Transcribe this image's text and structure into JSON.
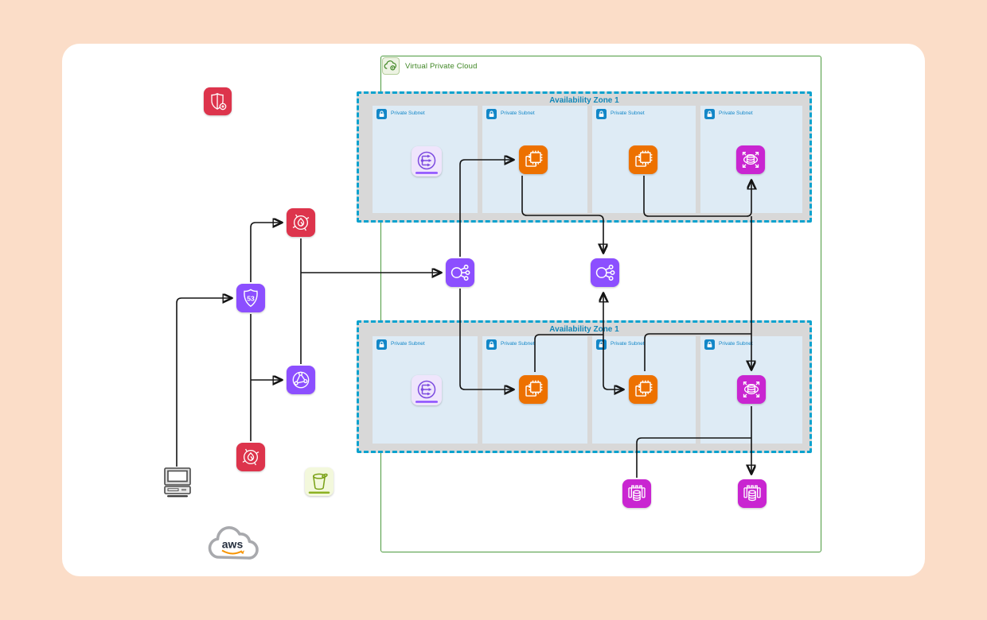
{
  "colors": {
    "background": "#FBDDC8",
    "canvas": "#FFFFFF",
    "vpc_green": "#3F8624",
    "az_border_blue": "#0AA2CE",
    "az_fill_gray": "#D8D8D8",
    "az_title_blue": "#1287B8",
    "subnet_fill": "#DEEBF5",
    "subnet_label_blue": "#1287C8",
    "compute_orange": "#ED7100",
    "network_purple": "#8C4FFF",
    "database_magenta": "#C925D1",
    "security_red": "#DD344C",
    "storage_green": "#7AA116",
    "wire_black": "#141414"
  },
  "vpc": {
    "label": "Virtual Private Cloud",
    "icon": "vpc-cloud-icon"
  },
  "availability_zones": [
    {
      "title": "Availability Zone 1",
      "subnets": [
        {
          "label": "Private Subnet",
          "service": "elastic-load-balancing"
        },
        {
          "label": "Private Subnet",
          "service": "ec2-instance"
        },
        {
          "label": "Private Subnet",
          "service": "ec2-instance"
        },
        {
          "label": "Private Subnet",
          "service": "elasticache"
        }
      ]
    },
    {
      "title": "Availability Zone 1",
      "subnets": [
        {
          "label": "Private Subnet",
          "service": "elastic-load-balancing"
        },
        {
          "label": "Private Subnet",
          "service": "ec2-instance"
        },
        {
          "label": "Private Subnet",
          "service": "ec2-instance"
        },
        {
          "label": "Private Subnet",
          "service": "elasticache"
        }
      ]
    }
  ],
  "nodes": {
    "client": {
      "service": "client-computer"
    },
    "route53": {
      "service": "route-53",
      "badge": "53"
    },
    "waf_top": {
      "service": "firewall-waf"
    },
    "waf_bottom": {
      "service": "firewall-waf"
    },
    "security_shield": {
      "service": "security-shield-plus"
    },
    "cloudfront": {
      "service": "cloudfront"
    },
    "load_balancer_left": {
      "service": "load-balancer"
    },
    "load_balancer_right": {
      "service": "load-balancer"
    },
    "database_left": {
      "service": "rds-database"
    },
    "database_right": {
      "service": "rds-database"
    },
    "s3_bucket": {
      "service": "s3-bucket"
    }
  },
  "aws_cloud": {
    "label": "aws"
  },
  "connections": [
    {
      "from": "client",
      "to": "route53"
    },
    {
      "from": "route53",
      "to": "waf-top"
    },
    {
      "from": "route53",
      "to": "cloudfront"
    },
    {
      "from": "route53",
      "to": "waf-bottom"
    },
    {
      "from": "waf-top",
      "to": "load-balancer-left"
    },
    {
      "from": "cloudfront",
      "to": "load-balancer-left"
    },
    {
      "from": "load-balancer-left",
      "to": "ec2-az1-subnet2"
    },
    {
      "from": "load-balancer-left",
      "to": "ec2-az2-subnet2"
    },
    {
      "from": "ec2-az1-subnet2",
      "to": "load-balancer-right"
    },
    {
      "from": "ec2-az2-subnet2",
      "to": "load-balancer-right"
    },
    {
      "from": "load-balancer-right",
      "to": "ec2-az2-subnet3"
    },
    {
      "from": "ec2-az1-subnet3",
      "to": "elasticache-az1"
    },
    {
      "from": "ec2-az1-subnet3",
      "to": "elasticache-az2"
    },
    {
      "from": "ec2-az2-subnet3",
      "to": "elasticache-az2"
    },
    {
      "from": "elasticache-az2",
      "to": "database-left"
    },
    {
      "from": "elasticache-az2",
      "to": "database-right"
    }
  ]
}
